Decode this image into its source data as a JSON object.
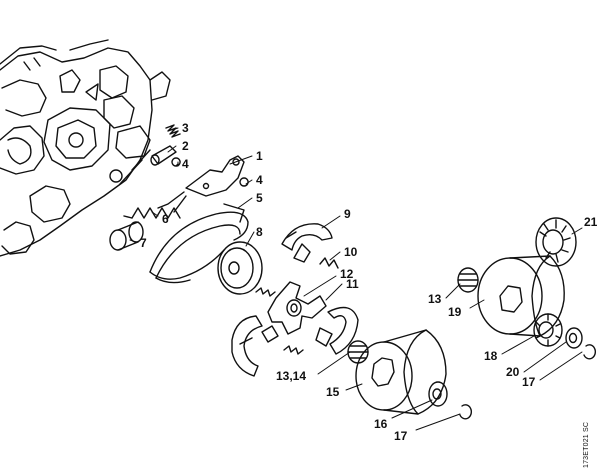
{
  "diagram": {
    "ref_code": "173ET021 SC",
    "callouts": [
      "1",
      "2",
      "3",
      "4",
      "4",
      "5",
      "6",
      "7",
      "8",
      "9",
      "10",
      "11",
      "12",
      "13",
      "13,14",
      "15",
      "16",
      "17",
      "17",
      "18",
      "19",
      "20",
      "21"
    ]
  }
}
